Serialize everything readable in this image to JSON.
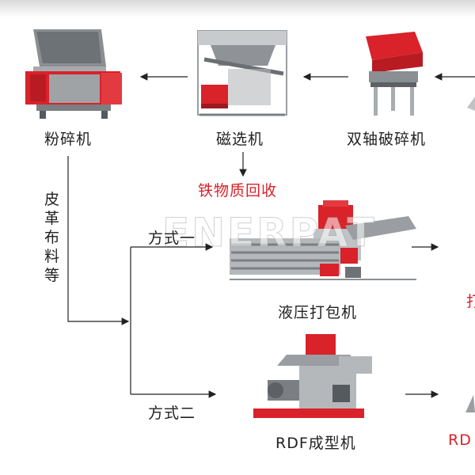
{
  "machines": {
    "crusher": "粉碎机",
    "magnetic_separator": "磁选机",
    "double_shaft_shredder": "双轴破碎机",
    "hydraulic_baler": "液压打包机",
    "rdf_machine": "RDF成型机"
  },
  "labels": {
    "iron_recovery": "铁物质回收",
    "material_note": "皮革布料等",
    "method_one": "方式一",
    "method_two": "方式二",
    "right_cut_char": "打",
    "right_cut_rdf": "RD"
  },
  "watermark": "ENERPAT",
  "colors": {
    "red": "#d9222a",
    "grey": "#b5b8bb",
    "dark": "#555a5e",
    "arrow": "#222222"
  }
}
